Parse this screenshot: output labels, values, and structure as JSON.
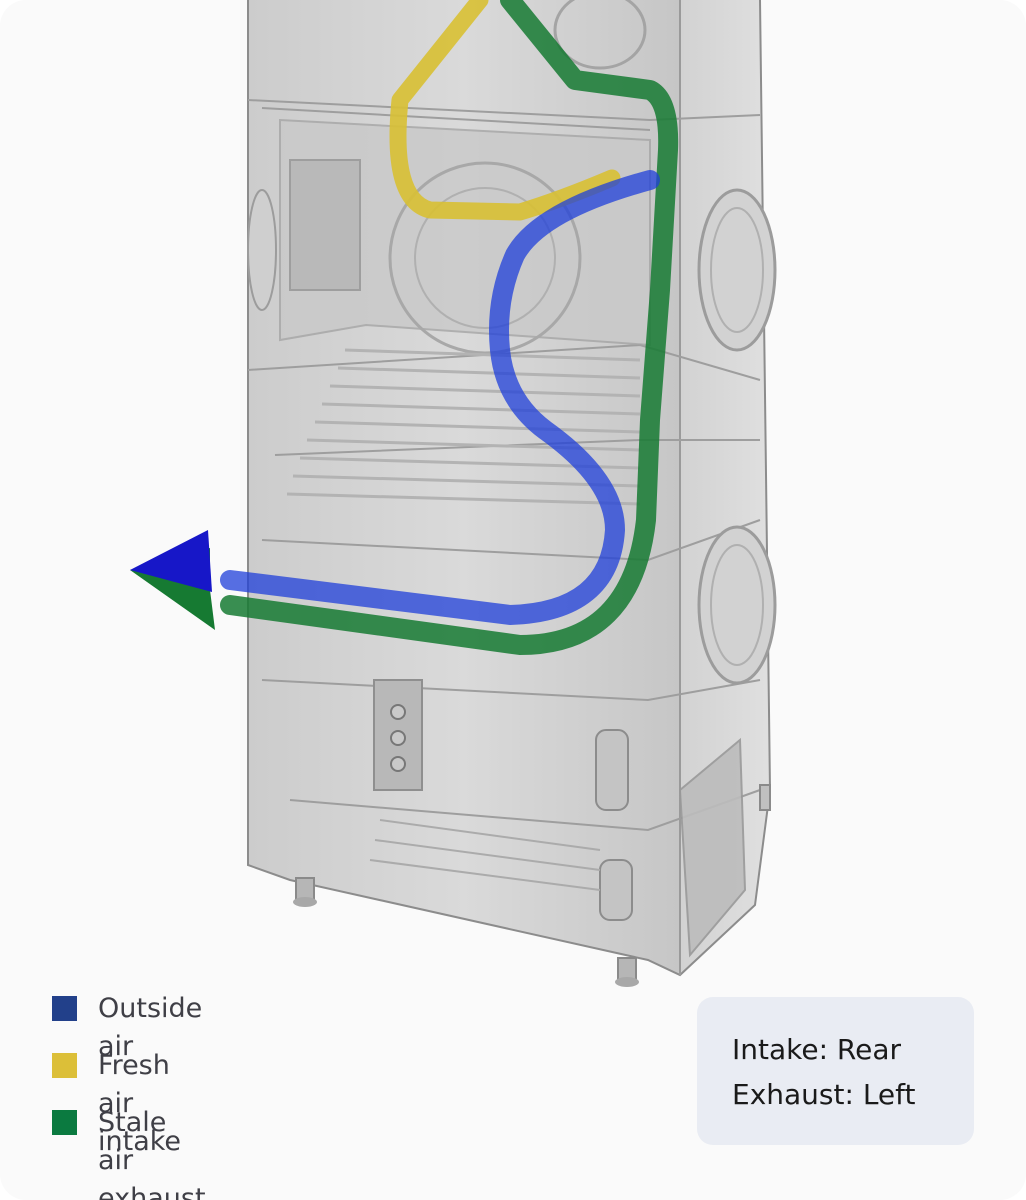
{
  "legend": {
    "items": [
      {
        "label": "Outside air",
        "color": "#22408a"
      },
      {
        "label": "Fresh air intake",
        "color": "#dcbf38"
      },
      {
        "label": "Stale air exhaust",
        "color": "#0b7a40"
      }
    ]
  },
  "info": {
    "intake": "Intake: Rear",
    "exhaust": "Exhaust: Left"
  },
  "colors": {
    "card_background": "#fafafa",
    "info_background": "#e9ecf3",
    "outside_air_flow": "#1f3fd9",
    "fresh_air_flow": "#d8c033",
    "stale_air_flow": "#167a32"
  },
  "icons": [
    "ventilation-unit-cutaway",
    "left-arrow-outside-air",
    "left-arrow-stale-air"
  ]
}
